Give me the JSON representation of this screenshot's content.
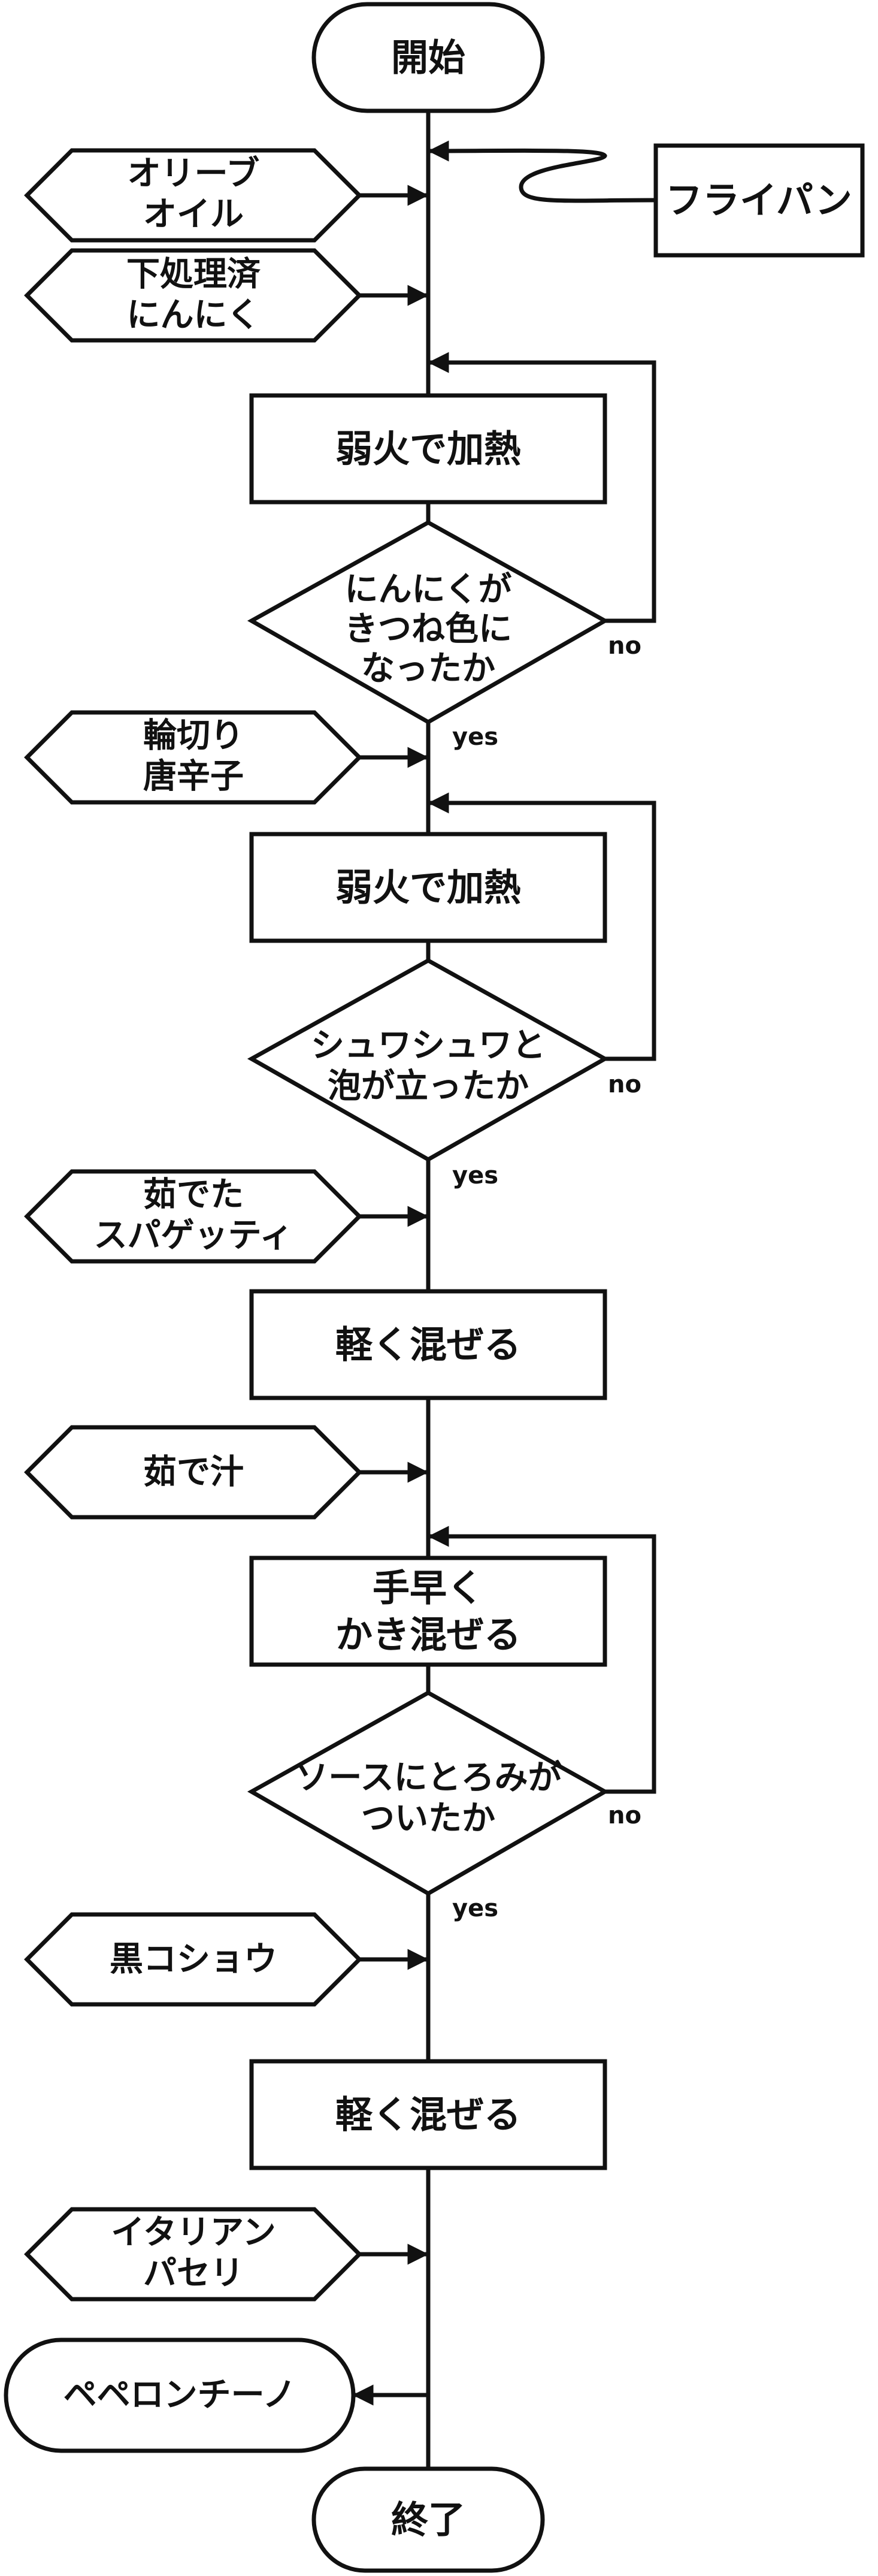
{
  "terminals": {
    "start": "開始",
    "end": "終了"
  },
  "equipment": {
    "pan": "フライパン"
  },
  "inputs": {
    "olive_oil": [
      "オリーブ",
      "オイル"
    ],
    "garlic": [
      "下処理済",
      "にんにく"
    ],
    "chili": [
      "輪切り",
      "唐辛子"
    ],
    "spaghetti": [
      "茹でた",
      "スパゲッティ"
    ],
    "pasta_water": [
      "茹で汁"
    ],
    "black_pepper": [
      "黒コショウ"
    ],
    "parsley": [
      "イタリアン",
      "パセリ"
    ]
  },
  "processes": {
    "heat_1": [
      "弱火で加熱"
    ],
    "heat_2": [
      "弱火で加熱"
    ],
    "mix_1": [
      "軽く混ぜる"
    ],
    "mix_fast": [
      "手早く",
      "かき混ぜる"
    ],
    "mix_2": [
      "軽く混ぜる"
    ]
  },
  "decisions": {
    "garlic_color": [
      "にんにくが",
      "きつね色に",
      "なったか"
    ],
    "bubbles": [
      "シュワシュワと",
      "泡が立ったか"
    ],
    "sauce_thick": [
      "ソースにとろみが",
      "ついたか"
    ]
  },
  "branch_labels": {
    "yes": "yes",
    "no": "no"
  },
  "output": {
    "dish": "ペペロンチーノ"
  }
}
